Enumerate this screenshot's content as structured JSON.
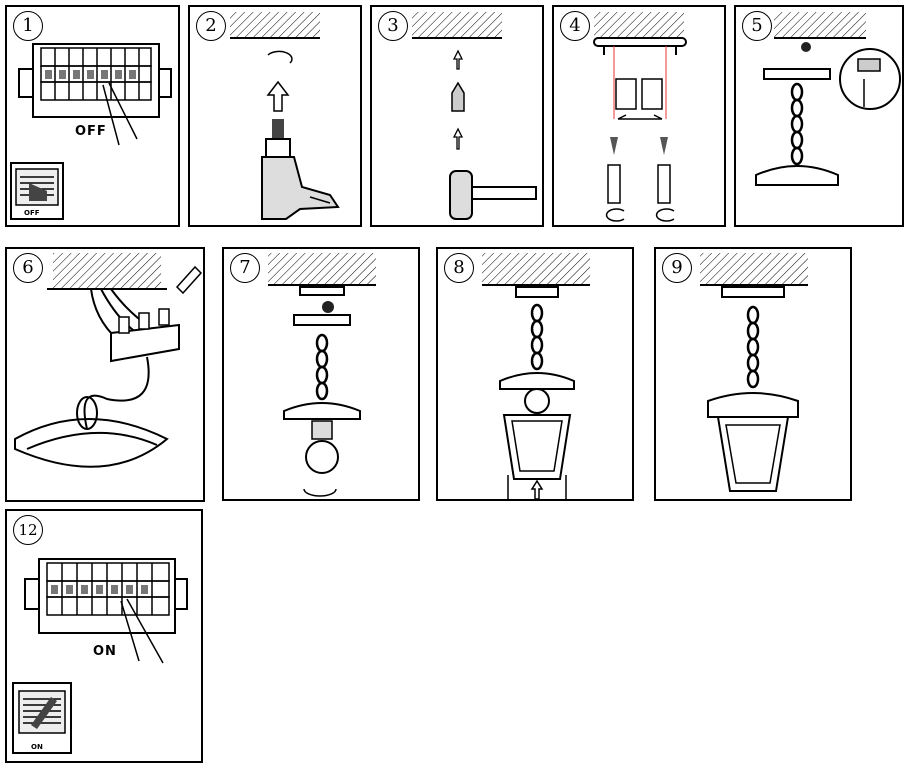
{
  "steps": [
    {
      "number": "1",
      "label": "OFF",
      "icon_label": "OFF"
    },
    {
      "number": "2"
    },
    {
      "number": "3"
    },
    {
      "number": "4"
    },
    {
      "number": "5"
    },
    {
      "number": "6"
    },
    {
      "number": "7"
    },
    {
      "number": "8"
    },
    {
      "number": "9"
    },
    {
      "number": "12",
      "label": "ON",
      "icon_label": "ON"
    }
  ]
}
